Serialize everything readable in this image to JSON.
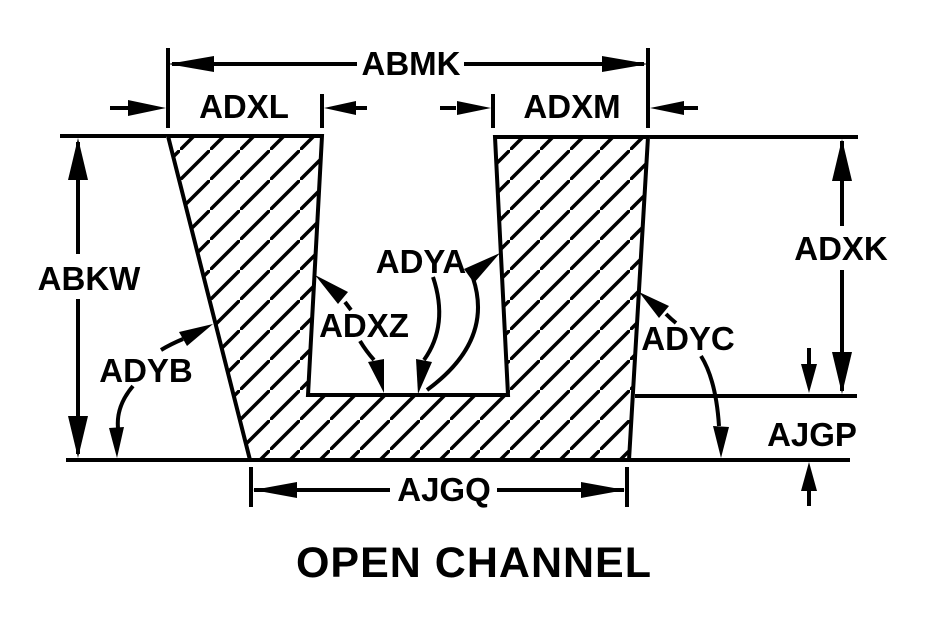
{
  "diagram": {
    "title": "OPEN CHANNEL",
    "type": "engineering cross-section drawing",
    "shape": "open channel (U-shaped channel with tapered outer walls, hatched section)",
    "colors": {
      "line": "#000000",
      "background": "#ffffff"
    },
    "dimension_labels": {
      "abmk": "ABMK",
      "adxl": "ADXL",
      "adxm": "ADXM",
      "abkw": "ABKW",
      "adxk": "ADXK",
      "adya": "ADYA",
      "adxz": "ADXZ",
      "adyb": "ADYB",
      "adyc": "ADYC",
      "ajgp": "AJGP",
      "ajgq": "AJGQ"
    },
    "dimension_meanings": {
      "abmk": "overall top width",
      "adxl": "left flange top width",
      "adxm": "right flange top width",
      "abkw": "overall height (left side)",
      "adxk": "height from top to inner base (right side)",
      "ajgp": "base web thickness",
      "ajgq": "bottom width",
      "adya": "inner right wall angle callout",
      "adxz": "inner left wall angle callout",
      "adyb": "outer left wall angle callout",
      "adyc": "outer right wall angle callout"
    }
  }
}
